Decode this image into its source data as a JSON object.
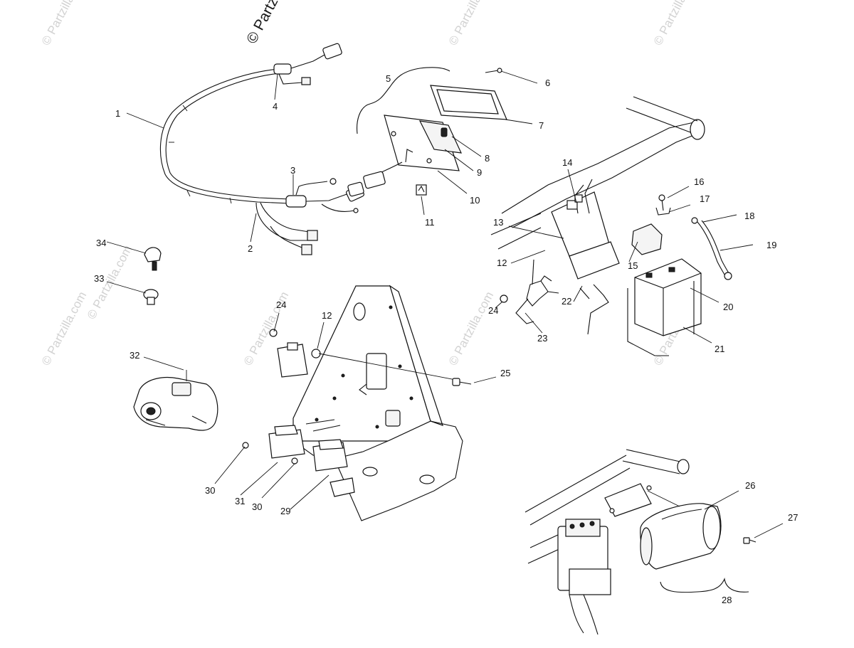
{
  "watermark": {
    "main": "© Partzilla",
    "repeat": "© Partzilla.com"
  },
  "callouts": {
    "c1": "1",
    "c2": "2",
    "c3": "3",
    "c4": "4",
    "c5": "5",
    "c6": "6",
    "c7": "7",
    "c8": "8",
    "c9": "9",
    "c10": "10",
    "c11": "11",
    "c12a": "12",
    "c12b": "12",
    "c13": "13",
    "c14": "14",
    "c15": "15",
    "c16": "16",
    "c17": "17",
    "c18": "18",
    "c19": "19",
    "c20": "20",
    "c21": "21",
    "c22": "22",
    "c23": "23",
    "c24a": "24",
    "c24b": "24",
    "c25": "25",
    "c26": "26",
    "c27": "27",
    "c28": "28",
    "c29": "29",
    "c30a": "30",
    "c30b": "30",
    "c31": "31",
    "c32": "32",
    "c33": "33",
    "c34": "34"
  }
}
